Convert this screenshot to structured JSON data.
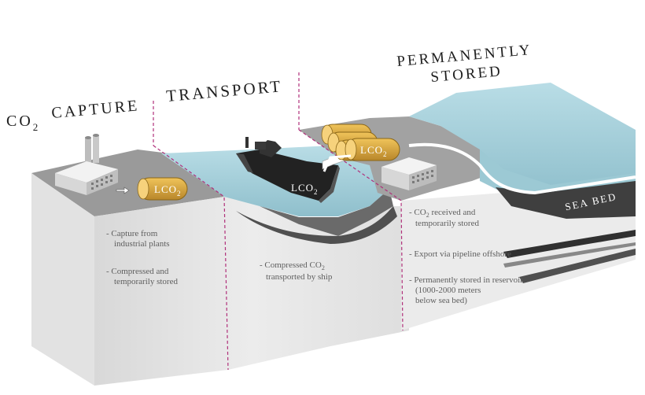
{
  "stages": {
    "capture": {
      "prefix": "CO",
      "sub": "2",
      "title": "CAPTURE"
    },
    "transport": {
      "title": "TRANSPORT"
    },
    "stored": {
      "title_line1": "PERMANENTLY",
      "title_line2": "STORED"
    }
  },
  "labels": {
    "lco2_main": "LCO",
    "lco2_sub": "2",
    "sea_bed": "SEA BED"
  },
  "notes": {
    "capture": [
      [
        "- Capture from",
        "industrial plants"
      ],
      [
        "- Compressed and",
        "temporarily stored"
      ]
    ],
    "transport": {
      "line1_pre": "- Compressed CO",
      "sub": "2",
      "line2": "transported by ship"
    },
    "stored": {
      "received_pre": "- CO",
      "received_sub": "2",
      "received_post": " received and",
      "received_line2": "temporarily stored",
      "export": "- Export via pipeline offshore",
      "permanent": [
        "- Permanently stored in reservoir",
        "(1000-2000 meters",
        "below sea bed)"
      ]
    }
  },
  "colors": {
    "accent_dashed": "#b0307a",
    "capsule": "#d9a437",
    "water": "#a9d3dd",
    "seabed": "#4a4a4a",
    "block_top": "#8f8f8f",
    "block_front": "#e9e9e9"
  }
}
